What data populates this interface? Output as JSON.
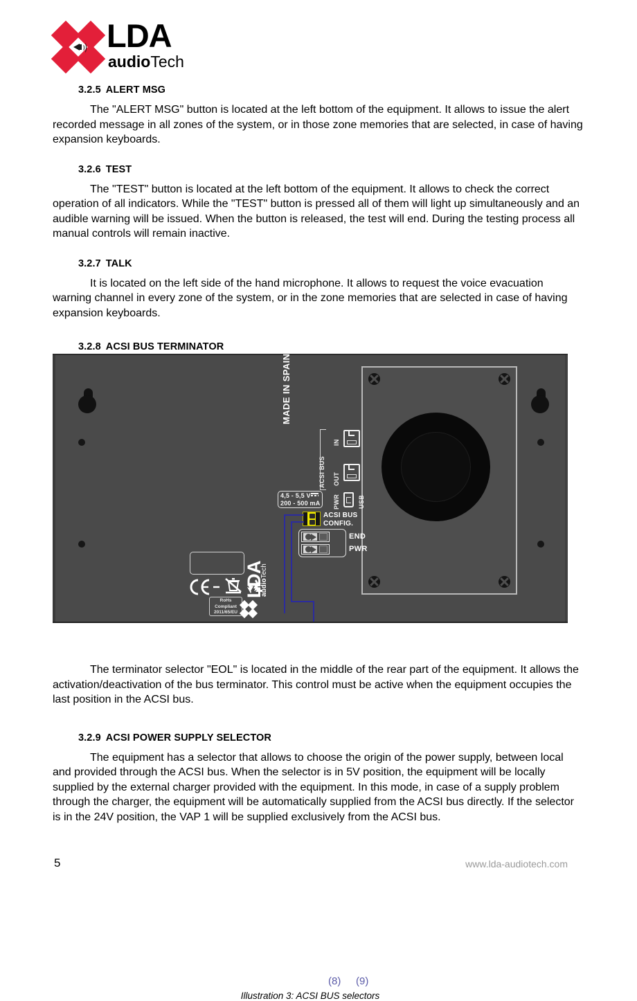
{
  "logo": {
    "brand": "LDA",
    "sub_bold": "audio",
    "sub_light": "Tech",
    "mark_color": "#e31f39"
  },
  "sections": [
    {
      "number": "3.2.5",
      "title": "ALERT MSG",
      "body": "The \"ALERT MSG\" button is located at the left bottom of the equipment. It allows to issue the alert recorded message in all zones of the system, or in those zone memories that are selected, in case of having expansion keyboards."
    },
    {
      "number": "3.2.6",
      "title": "TEST",
      "body": "The \"TEST\" button is located at the left bottom of the equipment. It allows to check the correct operation of all indicators. While the \"TEST\" button is pressed all of them will light up simultaneously and an audible warning will be issued. When the button is released, the test will end. During the testing process all manual controls will remain inactive."
    },
    {
      "number": "3.2.7",
      "title": "TALK",
      "body": "It is located on the left side of the hand microphone. It allows to request the voice evacuation warning channel in every zone of the system, or in the zone memories that are selected in case of having expansion keyboards."
    },
    {
      "number": "3.2.8",
      "title": "ACSI BUS TERMINATOR",
      "body": "The terminator selector \"EOL\" is located in the middle of the rear part of the equipment. It allows the activation/deactivation of the bus terminator. This control must be active when the equipment occupies the last position in the ACSI bus."
    },
    {
      "number": "3.2.9",
      "title": "ACSI POWER SUPPLY SELECTOR",
      "body": "The equipment has a selector that allows to choose the origin of the power supply, between local and provided through the ACSI bus. When the selector is in 5V position, the equipment will be locally supplied by the external charger provided with the equipment. In this mode, in case of a supply problem through the charger, the equipment will be automatically supplied from the ACSI bus directly. If the selector is in the 24V position, the VAP 1 will be supplied exclusively from the ACSI bus."
    }
  ],
  "figure": {
    "caption": "Illustration 3: ACSI  BUS selectors",
    "callouts": [
      {
        "label": "(8)"
      },
      {
        "label": "(9)"
      }
    ],
    "callout_color": "#5b5ba8",
    "panel_labels": {
      "acsi_bus": "ACSI BUS",
      "in": "IN",
      "out": "OUT",
      "pwr": "PWR",
      "usb": "USB",
      "rating_line1": "4,5 - 5,5 V",
      "rating_line2": "200 - 500 mA",
      "config_line1": "ACSI BUS",
      "config_line2": "CONFIG.",
      "switch_end": "END",
      "switch_pwr": "PWR"
    },
    "markings": {
      "rohs_line1": "RoHs",
      "rohs_line2": "Compliant",
      "rohs_line3": "2011/65/EU",
      "made_in": "MADE IN SPAIN",
      "brand": "LDA",
      "brand_sub_bold": "audio",
      "brand_sub_light": "Tech"
    }
  },
  "footer": {
    "page_number": "5",
    "website": "www.lda-audiotech.com"
  }
}
